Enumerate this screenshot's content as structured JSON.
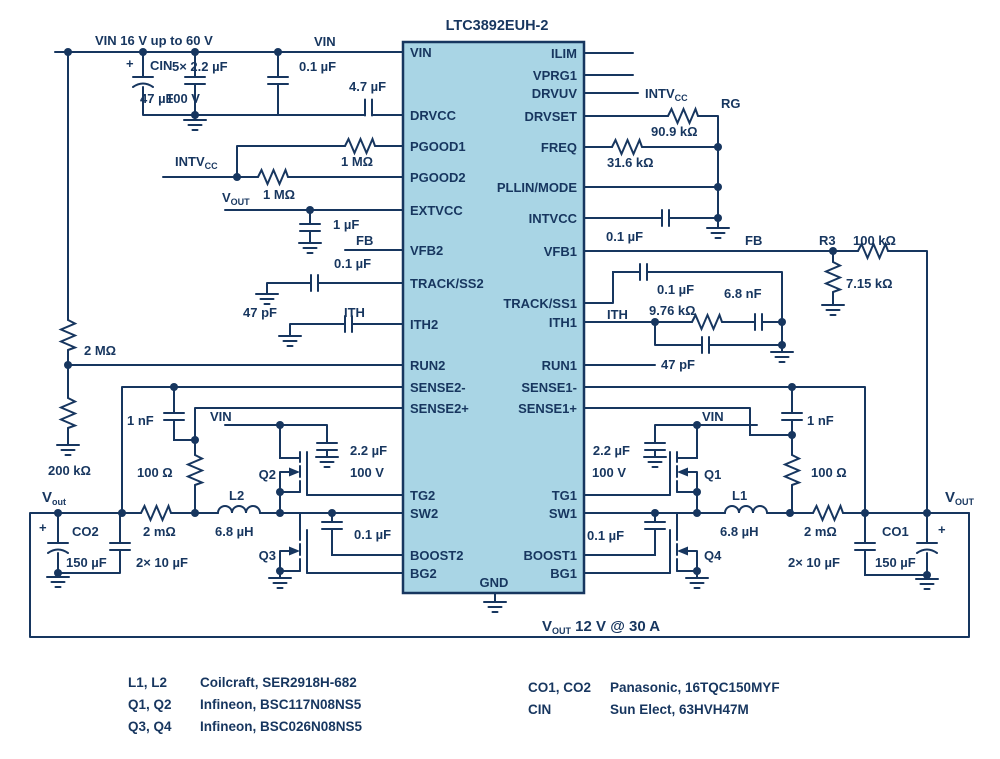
{
  "title": "LTC3892EUH-2",
  "colors": {
    "line": "#17365f",
    "ic_fill": "#a9d5e5",
    "background": "#ffffff"
  },
  "ic": {
    "left_pins": [
      "VIN",
      "DRVCC",
      "PGOOD1",
      "PGOOD2",
      "EXTVCC",
      "VFB2",
      "TRACK/SS2",
      "ITH2",
      "RUN2",
      "SENSE2-",
      "SENSE2+",
      "TG2",
      "SW2",
      "BOOST2",
      "BG2"
    ],
    "right_pins": [
      "ILIM",
      "VPRG1",
      "DRVUV",
      "DRVSET",
      "FREQ",
      "PLLIN/MODE",
      "INTVCC",
      "VFB1",
      "TRACK/SS1",
      "ITH1",
      "RUN1",
      "SENSE1-",
      "SENSE1+",
      "TG1",
      "SW1",
      "BOOST1",
      "BG1"
    ],
    "gnd": "GND"
  },
  "subs": {
    "v": "V",
    "out_uc": "OUT",
    "out_lc": "out",
    "intv": "INTV",
    "cc": "CC"
  },
  "labels": {
    "vin_rail": "VIN 16 V up to 60 V",
    "plus": "+",
    "cin_ref": "CIN",
    "cin_val": "47 µF",
    "cbulk": "5× 2.2 µF",
    "cbulk_v": "100 V",
    "vin": "VIN",
    "c_vin": "0.1 µF",
    "c_drvcc": "4.7 µF",
    "r_pgood": "1 MΩ",
    "c_extvcc": "1 µF",
    "fb": "FB",
    "c_ss2": "0.1 µF",
    "c_ith2": "47 pF",
    "ith": "ITH",
    "r_run_top": "2 MΩ",
    "r_run_bot": "200 kΩ",
    "c_snub": "1 nF",
    "r_snub": "100 Ω",
    "c_drv": "2.2 µF",
    "c_drv_v": "100 V",
    "q1": "Q1",
    "q2": "Q2",
    "q3": "Q3",
    "q4": "Q4",
    "l1": "L1",
    "l2": "L2",
    "l_val": "6.8 µH",
    "r_sense": "2 mΩ",
    "co1": "CO1",
    "co2": "CO2",
    "co_val": "150 µF",
    "c_out": "2× 10 µF",
    "c_boost": "0.1 µF",
    "rg": "RG",
    "r_drvset": "90.9 kΩ",
    "r_freq": "31.6 kΩ",
    "c_intvcc": "0.1 µF",
    "r3": "R3",
    "r3_val": "100 kΩ",
    "r_fb": "7.15 kΩ",
    "c_ss1": "0.1 µF",
    "c_ith1": "6.8 nF",
    "r_ith1": "9.76 kΩ",
    "c_ith1b": "47 pF",
    "vout_spec": " 12 V @ 30 A"
  },
  "bom": {
    "left": [
      {
        "ref": "L1, L2",
        "desc": "Coilcraft, SER2918H-682"
      },
      {
        "ref": "Q1, Q2",
        "desc": "Infineon, BSC117N08NS5"
      },
      {
        "ref": "Q3, Q4",
        "desc": "Infineon, BSC026N08NS5"
      }
    ],
    "right": [
      {
        "ref": "CO1, CO2",
        "desc": "Panasonic, 16TQC150MYF"
      },
      {
        "ref": "CIN",
        "desc": "Sun Elect, 63HVH47M"
      }
    ]
  }
}
